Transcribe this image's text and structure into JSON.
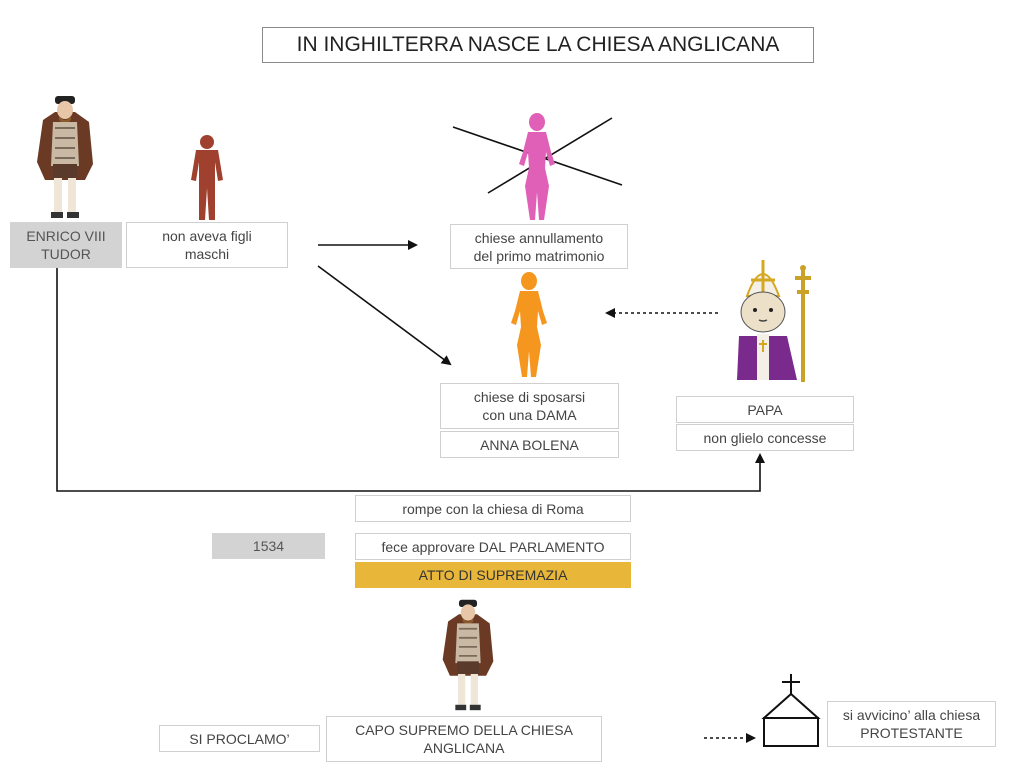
{
  "title": "IN INGHILTERRA NASCE LA CHIESA ANGLICANA",
  "boxes": {
    "enrico": "ENRICO VIII\nTUDOR",
    "figli": "non aveva figli\nmaschi",
    "annullamento": "chiese annullamento\ndel primo matrimonio",
    "sposarsi": "chiese di sposarsi\ncon una DAMA",
    "bolena": "ANNA BOLENA",
    "papa": "PAPA",
    "concesse": "non glielo concesse",
    "rompe": "rompe con la chiesa di Roma",
    "anno": "1534",
    "parlamento": "fece approvare DAL PARLAMENTO",
    "atto": "ATTO DI SUPREMAZIA",
    "proclamo": "SI PROCLAMO’",
    "capo": "CAPO SUPREMO DELLA CHIESA\nANGLICANA",
    "protestante": "si avvicino’ alla chiesa\nPROTESTANTE"
  },
  "colors": {
    "grey_box": "#d3d3d3",
    "gold_box": "#e8b73a",
    "man_silhouette": "#a0402e",
    "pink_woman": "#e060b8",
    "orange_woman": "#f5961e",
    "pope_robe": "#7a2a8c"
  }
}
